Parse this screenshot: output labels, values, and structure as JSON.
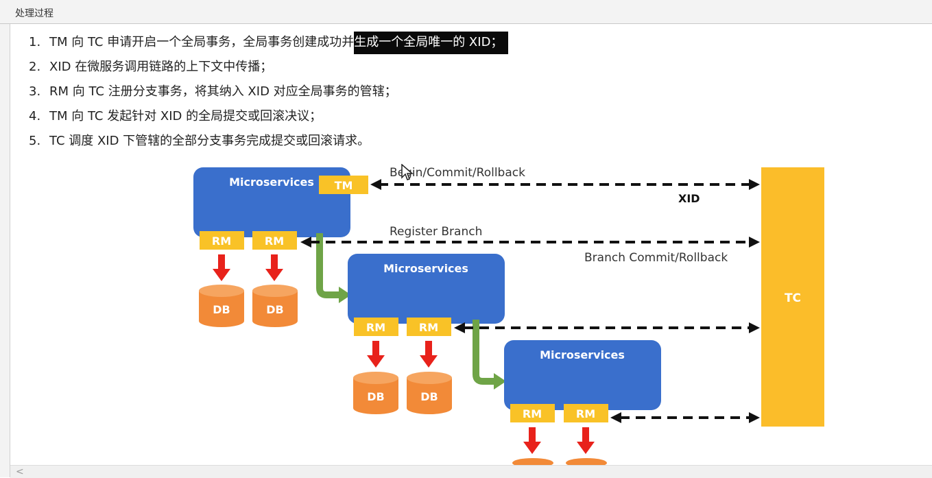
{
  "window": {
    "title": "处理过程"
  },
  "steps": [
    {
      "num": "1.",
      "pre": "TM 向 TC 申请开启一个全局事务，全局事务创建成功并",
      "highlight": "生成一个全局唯一的 XID；"
    },
    {
      "num": "2.",
      "text": "XID 在微服务调用链路的上下文中传播；"
    },
    {
      "num": "3.",
      "text": "RM 向 TC 注册分支事务，将其纳入 XID 对应全局事务的管辖；"
    },
    {
      "num": "4.",
      "text": "TM 向 TC 发起针对 XID 的全局提交或回滚决议；"
    },
    {
      "num": "5.",
      "text": "TC 调度 XID 下管辖的全部分支事务完成提交或回滚请求。"
    }
  ],
  "diagram": {
    "microservice_label": "Microservices",
    "tm_label": "TM",
    "rm_label": "RM",
    "db_label": "DB",
    "tc_label": "TC",
    "begin_label": "Begin/Commit/Rollback",
    "xid_label": "XID",
    "register_label": "Register Branch",
    "branch_label": "Branch Commit/Rollback"
  },
  "colors": {
    "microservice": "#3a6fcc",
    "component": "#f9c227",
    "tc": "#fbbd2a",
    "db": "#f28a38",
    "red_arrow": "#e8221b",
    "green_arrow": "#6fa447",
    "dashed": "#111111",
    "highlight_bg": "#0a0a0a"
  },
  "scrollbar": {
    "left_arrow": "<"
  }
}
